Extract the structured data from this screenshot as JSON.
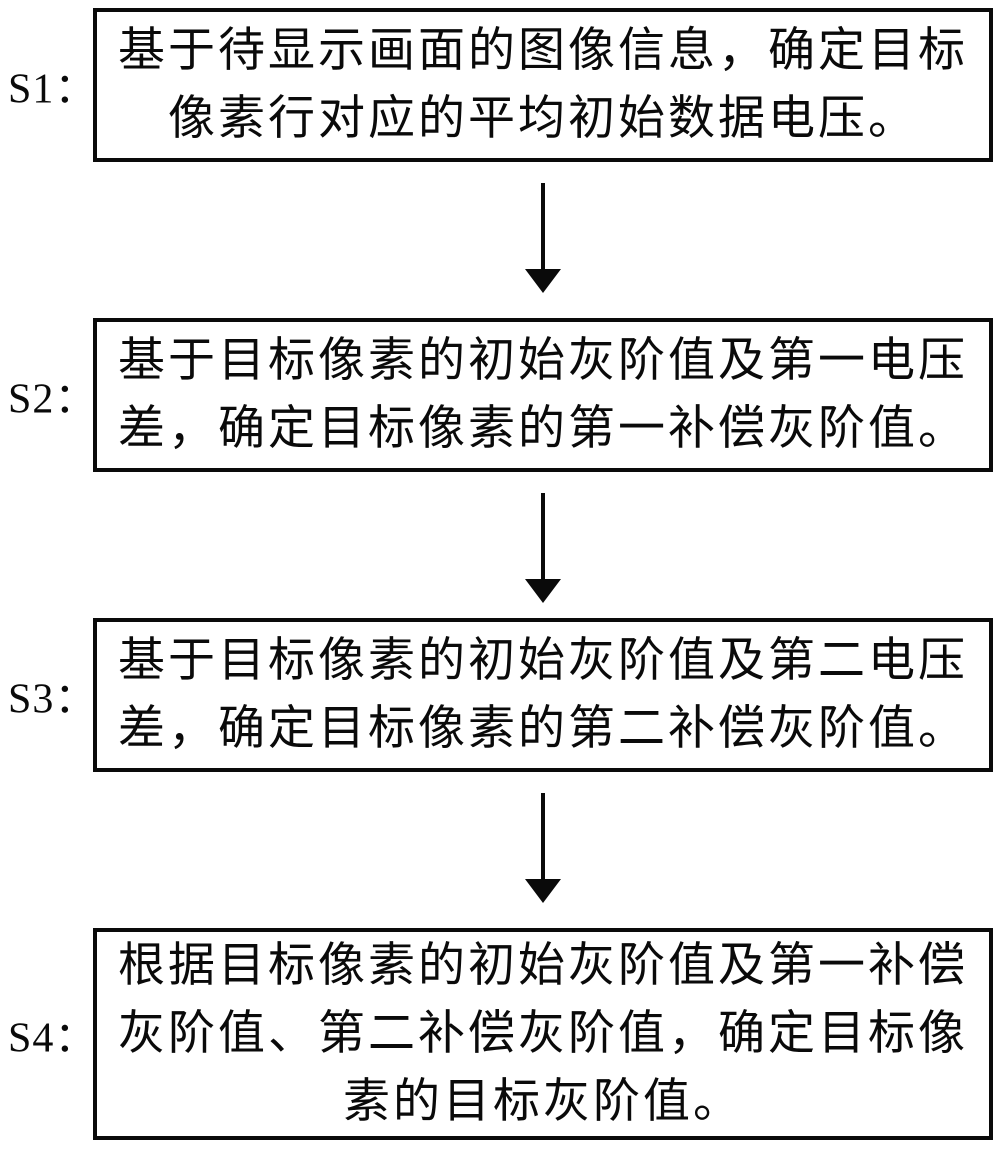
{
  "page": {
    "background_color": "#ffffff",
    "ink_color": "#0a0a0a",
    "figure_type": "flowchart"
  },
  "steps": [
    {
      "id": "S1",
      "label": "S1：",
      "lines": [
        "基于待显示画面的图像信息，确定目标",
        "像素行对应的平均初始数据电压。"
      ],
      "full_text": "基于待显示画面的图像信息，确定目标像素行对应的平均初始数据电压。"
    },
    {
      "id": "S2",
      "label": "S2：",
      "lines": [
        "基于目标像素的初始灰阶值及第一电压",
        "差，确定目标像素的第一补偿灰阶值。"
      ],
      "full_text": "基于目标像素的初始灰阶值及第一电压差，确定目标像素的第一补偿灰阶值。"
    },
    {
      "id": "S3",
      "label": "S3：",
      "lines": [
        "基于目标像素的初始灰阶值及第二电压",
        "差，确定目标像素的第二补偿灰阶值。"
      ],
      "full_text": "基于目标像素的初始灰阶值及第二电压差，确定目标像素的第二补偿灰阶值。"
    },
    {
      "id": "S4",
      "label": "S4：",
      "lines": [
        "根据目标像素的初始灰阶值及第一补偿",
        "灰阶值、第二补偿灰阶值，确定目标像",
        "素的目标灰阶值。"
      ],
      "full_text": "根据目标像素的初始灰阶值及第一补偿灰阶值、第二补偿灰阶值，确定目标像素的目标灰阶值。"
    }
  ],
  "connectors": [
    {
      "from": "S1",
      "to": "S2",
      "direction": "down"
    },
    {
      "from": "S2",
      "to": "S3",
      "direction": "down"
    },
    {
      "from": "S3",
      "to": "S4",
      "direction": "down"
    }
  ]
}
